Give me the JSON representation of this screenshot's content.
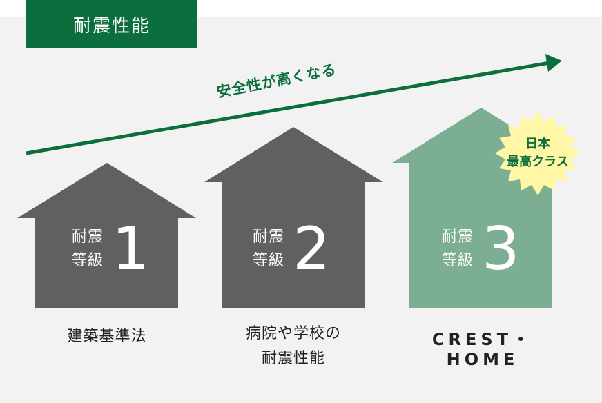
{
  "title": "耐震性能",
  "arrow": {
    "label": "安全性が高くなる"
  },
  "houses": [
    {
      "kanji_top": "耐震",
      "kanji_bottom": "等級",
      "number": "1",
      "caption_line1": "建築基準法",
      "caption_line2": ""
    },
    {
      "kanji_top": "耐震",
      "kanji_bottom": "等級",
      "number": "2",
      "caption_line1": "病院や学校の",
      "caption_line2": "耐震性能"
    },
    {
      "kanji_top": "耐震",
      "kanji_bottom": "等級",
      "number": "3",
      "caption_line1": "CREST・HOME",
      "caption_line2": ""
    }
  ],
  "starburst": {
    "line1": "日本",
    "line2": "最高クラス"
  },
  "colors": {
    "brand_green": "#0d6e3d",
    "house_gray": "#606060",
    "house_green": "#7cae93",
    "starburst_yellow": "#fff7a6"
  }
}
